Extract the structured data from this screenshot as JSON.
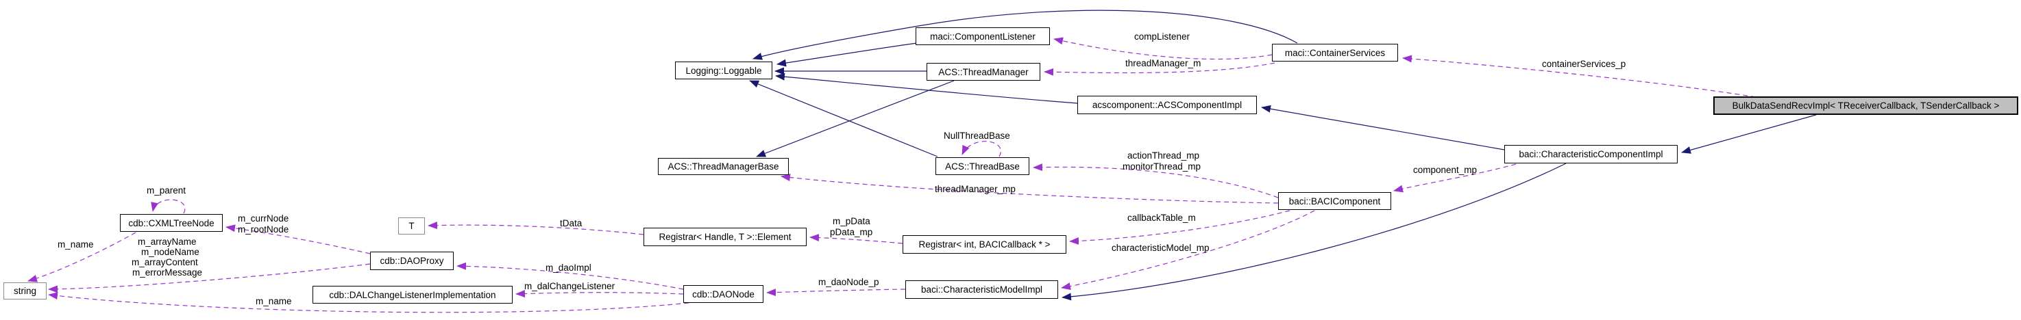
{
  "nodes": {
    "loggable": "Logging::Loggable",
    "component_listener": "maci::ComponentListener",
    "thread_manager": "ACS::ThreadManager",
    "container_services": "maci::ContainerServices",
    "acs_component_impl": "acscomponent::ACSComponentImpl",
    "bulk_data_send_recv_impl": "BulkDataSendRecvImpl< TReceiverCallback, TSenderCallback >",
    "characteristic_component_impl": "baci::CharacteristicComponentImpl",
    "thread_manager_base": "ACS::ThreadManagerBase",
    "thread_base": "ACS::ThreadBase",
    "baci_component": "baci::BACIComponent",
    "cxml_tree_node": "cdb::CXMLTreeNode",
    "t_param": "T",
    "registrar_element": "Registrar< Handle, T >::Element",
    "registrar_int": "Registrar< int, BACICallback * >",
    "dao_proxy": "cdb::DAOProxy",
    "dal_change_listener_impl": "cdb::DALChangeListenerImplementation",
    "dao_node": "cdb::DAONode",
    "characteristic_model_impl": "baci::CharacteristicModelImpl",
    "string_type": "string"
  },
  "edge_labels": {
    "comp_listener": "compListener",
    "thread_manager_m": "threadManager_m",
    "container_services_p": "containerServices_p",
    "null_thread_base": "NullThreadBase",
    "action_thread_mp": "actionThread_mp",
    "monitor_thread_mp": "monitorThread_mp",
    "component_mp": "component_mp",
    "thread_manager_mp": "threadManager_mp",
    "callback_table_m": "callbackTable_m",
    "characteristic_model_mp": "characteristicModel_mp",
    "m_parent": "m_parent",
    "m_curr_node": "m_currNode",
    "m_root_node": "m_rootNode",
    "t_data": "tData",
    "m_p_data": "m_pData",
    "p_data_mp": "pData_mp",
    "m_name_tree": "m_name",
    "m_array_name": "m_arrayName",
    "m_node_name": "m_nodeName",
    "m_array_content": "m_arrayContent",
    "m_error_message": "m_errorMessage",
    "m_dao_impl": "m_daoImpl",
    "m_dal_change_listener": "m_dalChangeListener",
    "m_dao_node_p": "m_daoNode_p",
    "m_name_dao": "m_name"
  },
  "colors": {
    "inheritance_edge": "#191970",
    "usage_edge": "#9a32cd",
    "focus_node_fill": "#bfbfbf",
    "node_border": "#000000",
    "external_node_border": "#8c8c8c"
  },
  "edges": [
    {
      "from": "maci::ComponentListener",
      "to": "Logging::Loggable",
      "type": "inheritance",
      "label": ""
    },
    {
      "from": "maci::ContainerServices",
      "to": "Logging::Loggable",
      "type": "inheritance",
      "label": ""
    },
    {
      "from": "ACS::ThreadManager",
      "to": "Logging::Loggable",
      "type": "inheritance",
      "label": ""
    },
    {
      "from": "acscomponent::ACSComponentImpl",
      "to": "Logging::Loggable",
      "type": "inheritance",
      "label": ""
    },
    {
      "from": "ACS::ThreadBase",
      "to": "Logging::Loggable",
      "type": "inheritance",
      "label": ""
    },
    {
      "from": "ACS::ThreadManager",
      "to": "ACS::ThreadManagerBase",
      "type": "inheritance",
      "label": ""
    },
    {
      "from": "baci::CharacteristicComponentImpl",
      "to": "acscomponent::ACSComponentImpl",
      "type": "inheritance",
      "label": ""
    },
    {
      "from": "BulkDataSendRecvImpl< TReceiverCallback, TSenderCallback >",
      "to": "baci::CharacteristicComponentImpl",
      "type": "inheritance",
      "label": ""
    },
    {
      "from": "baci::CharacteristicComponentImpl",
      "to": "baci::CharacteristicModelImpl",
      "type": "inheritance",
      "label": ""
    },
    {
      "from": "maci::ContainerServices",
      "to": "maci::ComponentListener",
      "type": "usage",
      "label": "compListener"
    },
    {
      "from": "maci::ContainerServices",
      "to": "ACS::ThreadManager",
      "type": "usage",
      "label": "threadManager_m"
    },
    {
      "from": "BulkDataSendRecvImpl< TReceiverCallback, TSenderCallback >",
      "to": "maci::ContainerServices",
      "type": "usage",
      "label": "containerServices_p"
    },
    {
      "from": "ACS::ThreadBase",
      "to": "ACS::ThreadBase",
      "type": "usage",
      "label": "NullThreadBase"
    },
    {
      "from": "baci::BACIComponent",
      "to": "ACS::ThreadBase",
      "type": "usage",
      "label": "actionThread_mp monitorThread_mp"
    },
    {
      "from": "baci::BACIComponent",
      "to": "ACS::ThreadManagerBase",
      "type": "usage",
      "label": "threadManager_mp"
    },
    {
      "from": "baci::CharacteristicComponentImpl",
      "to": "baci::BACIComponent",
      "type": "usage",
      "label": "component_mp"
    },
    {
      "from": "baci::BACIComponent",
      "to": "Registrar< int, BACICallback * >",
      "type": "usage",
      "label": "callbackTable_m"
    },
    {
      "from": "baci::BACIComponent",
      "to": "baci::CharacteristicModelImpl",
      "type": "usage",
      "label": "characteristicModel_mp"
    },
    {
      "from": "Registrar< int, BACICallback * >",
      "to": "Registrar< Handle, T >::Element",
      "type": "usage",
      "label": "m_pData pData_mp"
    },
    {
      "from": "Registrar< Handle, T >::Element",
      "to": "T",
      "type": "usage",
      "label": "tData"
    },
    {
      "from": "cdb::DAOProxy",
      "to": "cdb::CXMLTreeNode",
      "type": "usage",
      "label": "m_currNode m_rootNode"
    },
    {
      "from": "cdb::CXMLTreeNode",
      "to": "cdb::CXMLTreeNode",
      "type": "usage",
      "label": "m_parent"
    },
    {
      "from": "cdb::CXMLTreeNode",
      "to": "string",
      "type": "usage",
      "label": "m_name"
    },
    {
      "from": "cdb::DAOProxy",
      "to": "string",
      "type": "usage",
      "label": "m_arrayName m_nodeName m_arrayContent m_errorMessage"
    },
    {
      "from": "cdb::DAONode",
      "to": "cdb::DAOProxy",
      "type": "usage",
      "label": "m_daoImpl"
    },
    {
      "from": "cdb::DAONode",
      "to": "cdb::DALChangeListenerImplementation",
      "type": "usage",
      "label": "m_dalChangeListener"
    },
    {
      "from": "cdb::DAONode",
      "to": "string",
      "type": "usage",
      "label": "m_name"
    },
    {
      "from": "baci::CharacteristicModelImpl",
      "to": "cdb::DAONode",
      "type": "usage",
      "label": "m_daoNode_p"
    }
  ]
}
